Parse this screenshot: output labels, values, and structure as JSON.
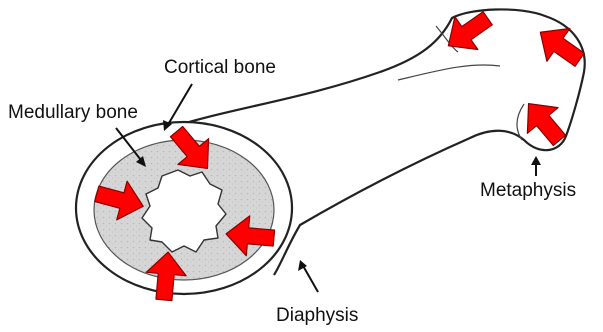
{
  "labels": {
    "cortical": "Cortical bone",
    "medullary": "Medullary bone",
    "metaphysis": "Metaphysis",
    "diaphysis": "Diaphysis"
  },
  "colors": {
    "arrow_fill": "#ff0000",
    "arrow_stroke": "#8a0000",
    "outline": "#222222",
    "medullary_fill": "#d4d4d4",
    "cavity_fill": "#ffffff"
  },
  "icons": {
    "force_arrow": "block-arrow-red",
    "pointer": "line-arrow"
  }
}
